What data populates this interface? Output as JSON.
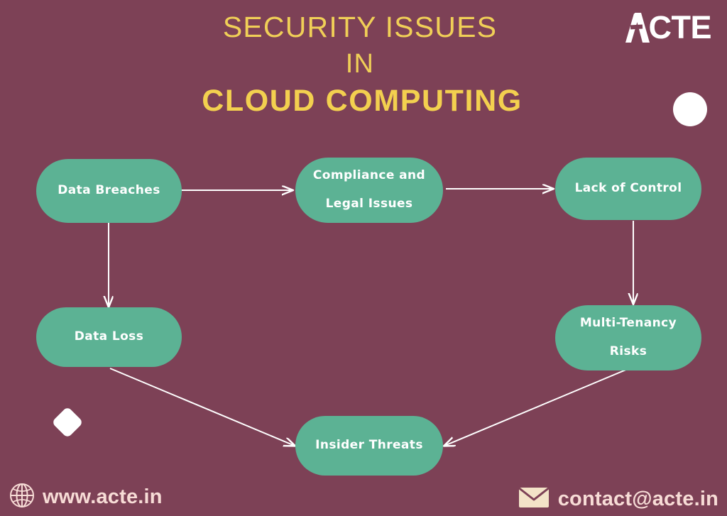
{
  "poster": {
    "background_color": "#7d4156",
    "node_color": "#5cb294",
    "accent_color": "#f0cf57",
    "connector_color": "#ffffff",
    "footer_text_color": "#f7dcd6"
  },
  "title": {
    "line1": "SECURITY ISSUES",
    "line2": "IN",
    "line3": "CLOUD COMPUTING"
  },
  "brand": {
    "name": "ACTE",
    "logo_letter": "A",
    "logo_rest": "CTE"
  },
  "decorations": [
    {
      "name": "circle",
      "shape": "circle",
      "color": "#ffffff"
    },
    {
      "name": "diamond",
      "shape": "rounded-diamond",
      "color": "#ffffff"
    }
  ],
  "diagram": {
    "nodes": [
      {
        "id": "data-breaches",
        "lines": [
          "Data Breaches"
        ]
      },
      {
        "id": "compliance",
        "lines": [
          "Compliance and",
          "Legal Issues"
        ]
      },
      {
        "id": "lack-of-control",
        "lines": [
          "Lack of Control"
        ]
      },
      {
        "id": "data-loss",
        "lines": [
          "Data Loss"
        ]
      },
      {
        "id": "multi-tenancy",
        "lines": [
          "Multi-Tenancy",
          "Risks"
        ]
      },
      {
        "id": "insider-threats",
        "lines": [
          "Insider Threats"
        ]
      }
    ],
    "edges": [
      {
        "from": "data-breaches",
        "to": "compliance",
        "direction": "right"
      },
      {
        "from": "compliance",
        "to": "lack-of-control",
        "direction": "right"
      },
      {
        "from": "data-breaches",
        "to": "data-loss",
        "direction": "down"
      },
      {
        "from": "lack-of-control",
        "to": "multi-tenancy",
        "direction": "down"
      },
      {
        "from": "data-loss",
        "to": "insider-threats",
        "direction": "diagonal-down-right"
      },
      {
        "from": "multi-tenancy",
        "to": "insider-threats",
        "direction": "diagonal-down-left"
      }
    ]
  },
  "footer": {
    "website_icon": "globe-icon",
    "website": "www.acte.in",
    "email_icon": "envelope-icon",
    "email": "contact@acte.in"
  }
}
